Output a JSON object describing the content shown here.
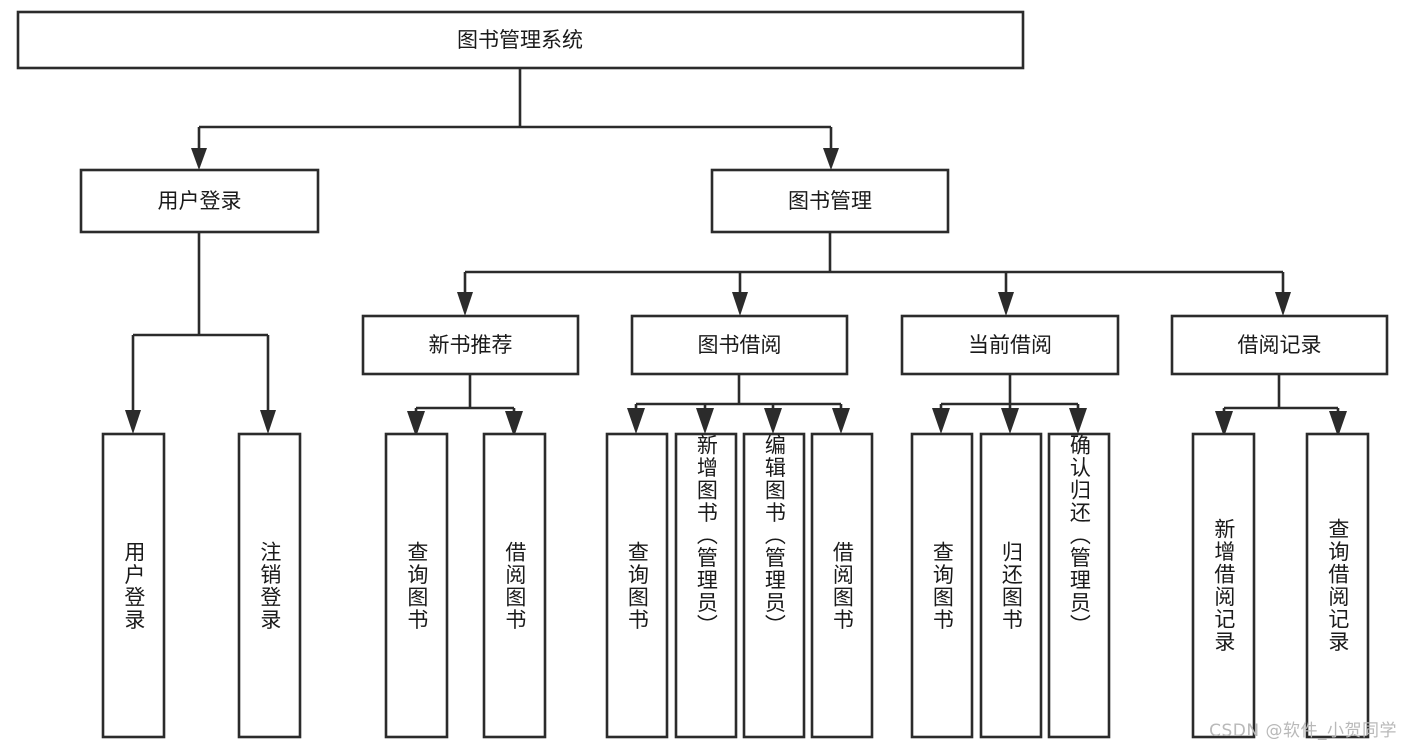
{
  "diagram": {
    "title": "图书管理系统",
    "type": "tree-hierarchy",
    "root": {
      "id": "root",
      "label": "图书管理系统",
      "orientation": "horizontal"
    },
    "level2": [
      {
        "id": "user-login",
        "label": "用户登录",
        "orientation": "horizontal"
      },
      {
        "id": "book-manage",
        "label": "图书管理",
        "orientation": "horizontal"
      }
    ],
    "level3": [
      {
        "id": "new-book-rec",
        "label": "新书推荐",
        "orientation": "horizontal",
        "parent": "book-manage"
      },
      {
        "id": "book-borrow",
        "label": "图书借阅",
        "orientation": "horizontal",
        "parent": "book-manage"
      },
      {
        "id": "current-borrow",
        "label": "当前借阅",
        "orientation": "horizontal",
        "parent": "book-manage"
      },
      {
        "id": "borrow-record",
        "label": "借阅记录",
        "orientation": "horizontal",
        "parent": "book-manage"
      }
    ],
    "leaves": {
      "user_login": [
        {
          "id": "leaf-user-login",
          "label": "用户登录",
          "orientation": "vertical"
        },
        {
          "id": "leaf-logout-login",
          "label": "注销登录",
          "orientation": "vertical"
        }
      ],
      "new_book_rec": [
        {
          "id": "leaf-query-book-1",
          "label": "查询图书",
          "orientation": "vertical"
        },
        {
          "id": "leaf-borrow-book-1",
          "label": "借阅图书",
          "orientation": "vertical"
        }
      ],
      "book_borrow": [
        {
          "id": "leaf-query-book-2",
          "label": "查询图书",
          "orientation": "vertical"
        },
        {
          "id": "leaf-add-book",
          "label": "新增图书（管理员）",
          "orientation": "vertical"
        },
        {
          "id": "leaf-edit-book",
          "label": "编辑图书（管理员）",
          "orientation": "vertical"
        },
        {
          "id": "leaf-borrow-book-2",
          "label": "借阅图书",
          "orientation": "vertical"
        }
      ],
      "current_borrow": [
        {
          "id": "leaf-query-book-3",
          "label": "查询图书",
          "orientation": "vertical"
        },
        {
          "id": "leaf-return-book",
          "label": "归还图书",
          "orientation": "vertical"
        },
        {
          "id": "leaf-confirm-return",
          "label": "确认归还（管理员）",
          "orientation": "vertical"
        }
      ],
      "borrow_record": [
        {
          "id": "leaf-add-record",
          "label": "新增借阅记录",
          "orientation": "vertical"
        },
        {
          "id": "leaf-query-record",
          "label": "查询借阅记录",
          "orientation": "vertical"
        }
      ]
    },
    "colors": {
      "stroke": "#2b2b2b",
      "fill": "#ffffff",
      "text": "#1a1a1a",
      "watermark": "#b9b9b9",
      "background": "#ffffff"
    }
  },
  "watermark": {
    "text": "CSDN @软件_小贺同学"
  }
}
